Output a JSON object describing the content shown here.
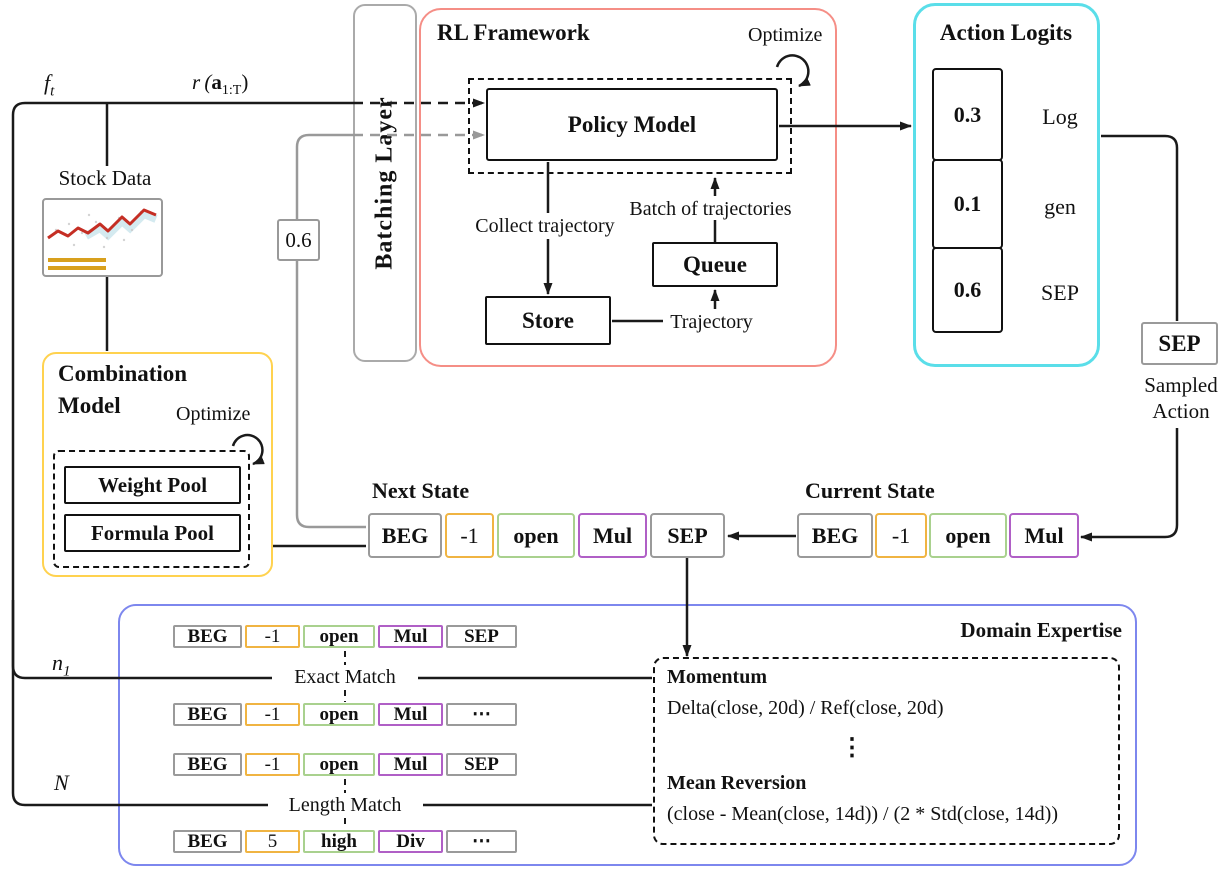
{
  "labels": {
    "ft_base": "f",
    "ft_sub": "t",
    "reward_prefix": "r (",
    "reward_bold": "a",
    "reward_sub": "1:T",
    "reward_suffix": ")",
    "stock_data": "Stock Data",
    "batching_layer": "Batching Layer",
    "n1_base": "n",
    "n1_sub": "1",
    "N": "N",
    "weight_value": "0.6"
  },
  "rl_framework": {
    "title": "RL Framework",
    "optimize": "Optimize",
    "policy_model": "Policy Model",
    "collect_trajectory": "Collect trajectory",
    "batch_of_trajectories": "Batch of trajectories",
    "store": "Store",
    "queue": "Queue",
    "trajectory": "Trajectory"
  },
  "action_logits": {
    "title": "Action Logits",
    "items": [
      {
        "value": "0.3",
        "label": "Log"
      },
      {
        "value": "0.1",
        "label": "gen"
      },
      {
        "value": "0.6",
        "label": "SEP"
      }
    ]
  },
  "sampled_action": {
    "token": "SEP",
    "caption_line1": "Sampled",
    "caption_line2": "Action"
  },
  "combination_model": {
    "title_line1": "Combination",
    "title_line2": "Model",
    "optimize": "Optimize",
    "weight_pool": "Weight Pool",
    "formula_pool": "Formula Pool"
  },
  "next_state": {
    "title": "Next State",
    "tokens": [
      {
        "text": "BEG",
        "color": "gray",
        "w": 74,
        "bold": true
      },
      {
        "text": "-1",
        "color": "orange",
        "w": 49,
        "bold": false
      },
      {
        "text": "open",
        "color": "green",
        "w": 78,
        "bold": true
      },
      {
        "text": "Mul",
        "color": "purple",
        "w": 69,
        "bold": true
      },
      {
        "text": "SEP",
        "color": "gray",
        "w": 75,
        "bold": true
      }
    ]
  },
  "current_state": {
    "title": "Current State",
    "tokens": [
      {
        "text": "BEG",
        "color": "gray",
        "w": 76,
        "bold": true
      },
      {
        "text": "-1",
        "color": "orange",
        "w": 52,
        "bold": false
      },
      {
        "text": "open",
        "color": "green",
        "w": 78,
        "bold": true
      },
      {
        "text": "Mul",
        "color": "purple",
        "w": 70,
        "bold": true
      }
    ]
  },
  "domain_expertise": {
    "title": "Domain Expertise",
    "exact_match": "Exact Match",
    "length_match": "Length Match",
    "momentum_title": "Momentum",
    "momentum_formula": "Delta(close, 20d) / Ref(close, 20d)",
    "dots": "⋮",
    "mean_reversion_title": "Mean Reversion",
    "mean_reversion_formula": "(close - Mean(close, 14d)) / (2 * Std(close, 14d))",
    "rows": [
      {
        "tokens": [
          {
            "text": "BEG",
            "color": "gray",
            "w": 69,
            "bold": true
          },
          {
            "text": "-1",
            "color": "orange",
            "w": 55,
            "bold": false
          },
          {
            "text": "open",
            "color": "green",
            "w": 72,
            "bold": true
          },
          {
            "text": "Mul",
            "color": "purple",
            "w": 65,
            "bold": true
          },
          {
            "text": "SEP",
            "color": "gray",
            "w": 71,
            "bold": true
          }
        ]
      },
      {
        "tokens": [
          {
            "text": "BEG",
            "color": "gray",
            "w": 69,
            "bold": true
          },
          {
            "text": "-1",
            "color": "orange",
            "w": 55,
            "bold": false
          },
          {
            "text": "open",
            "color": "green",
            "w": 72,
            "bold": true
          },
          {
            "text": "Mul",
            "color": "purple",
            "w": 65,
            "bold": true
          },
          {
            "text": "⋯",
            "color": "gray",
            "w": 71,
            "bold": true
          }
        ]
      },
      {
        "tokens": [
          {
            "text": "BEG",
            "color": "gray",
            "w": 69,
            "bold": true
          },
          {
            "text": "-1",
            "color": "orange",
            "w": 55,
            "bold": false
          },
          {
            "text": "open",
            "color": "green",
            "w": 72,
            "bold": true
          },
          {
            "text": "Mul",
            "color": "purple",
            "w": 65,
            "bold": true
          },
          {
            "text": "SEP",
            "color": "gray",
            "w": 71,
            "bold": true
          }
        ]
      },
      {
        "tokens": [
          {
            "text": "BEG",
            "color": "gray",
            "w": 69,
            "bold": true
          },
          {
            "text": "5",
            "color": "orange",
            "w": 55,
            "bold": false
          },
          {
            "text": "high",
            "color": "green",
            "w": 72,
            "bold": true
          },
          {
            "text": "Div",
            "color": "purple",
            "w": 65,
            "bold": true
          },
          {
            "text": "⋯",
            "color": "gray",
            "w": 71,
            "bold": true
          }
        ]
      }
    ]
  },
  "colors": {
    "orange": "#f0b442",
    "green": "#a9d18e",
    "purple": "#b05fc6",
    "gray": "#9a9a9a",
    "red-frame": "#f58e86",
    "cyan-frame": "#5adee9",
    "yellow-frame": "#ffd24f",
    "blue-frame": "#7d87ee",
    "line": "#1a1a1a",
    "gray-line": "#999999"
  }
}
